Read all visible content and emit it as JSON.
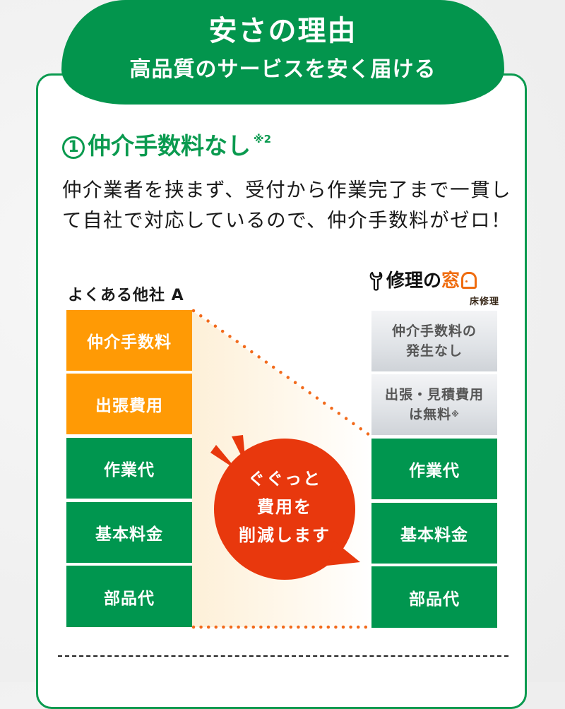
{
  "header": {
    "title": "安さの理由",
    "subtitle": "高品質のサービスを安く届ける"
  },
  "section": {
    "number": "1",
    "heading": "仲介手数料なし",
    "footnote_mark": "※2",
    "body": "仲介業者を挟まず、受付から作業完了まで一貫して自社で対応しているので、仲介手数料がゼロ！"
  },
  "comparison": {
    "other_company_label": "よくある他社 A",
    "brand": {
      "name_main": "修理の",
      "name_accent": "窓",
      "sub": "床修理",
      "icon": "wrench-icon",
      "accent_color": "#ef6c0f"
    },
    "other_blocks": [
      {
        "label": "仲介手数料",
        "type": "orange"
      },
      {
        "label": "出張費用",
        "type": "orange"
      },
      {
        "label": "作業代",
        "type": "green"
      },
      {
        "label": "基本料金",
        "type": "green"
      },
      {
        "label": "部品代",
        "type": "green"
      }
    ],
    "brand_blocks": [
      {
        "line1": "仲介手数料の",
        "line2": "発生なし",
        "note": "",
        "type": "gray"
      },
      {
        "line1": "出張・見積費用",
        "line2": "は無料",
        "note": "※",
        "type": "gray"
      },
      {
        "label": "作業代",
        "type": "green"
      },
      {
        "label": "基本料金",
        "type": "green"
      },
      {
        "label": "部品代",
        "type": "green"
      }
    ],
    "bubble": {
      "line1": "ぐぐっと",
      "line2": "費用を",
      "line3": "削減します",
      "color": "#e8380d"
    }
  },
  "colors": {
    "primary_green": "#03954d",
    "orange": "#ff9a05",
    "bubble_red": "#e8380d",
    "dot_orange": "#f26a1b"
  }
}
